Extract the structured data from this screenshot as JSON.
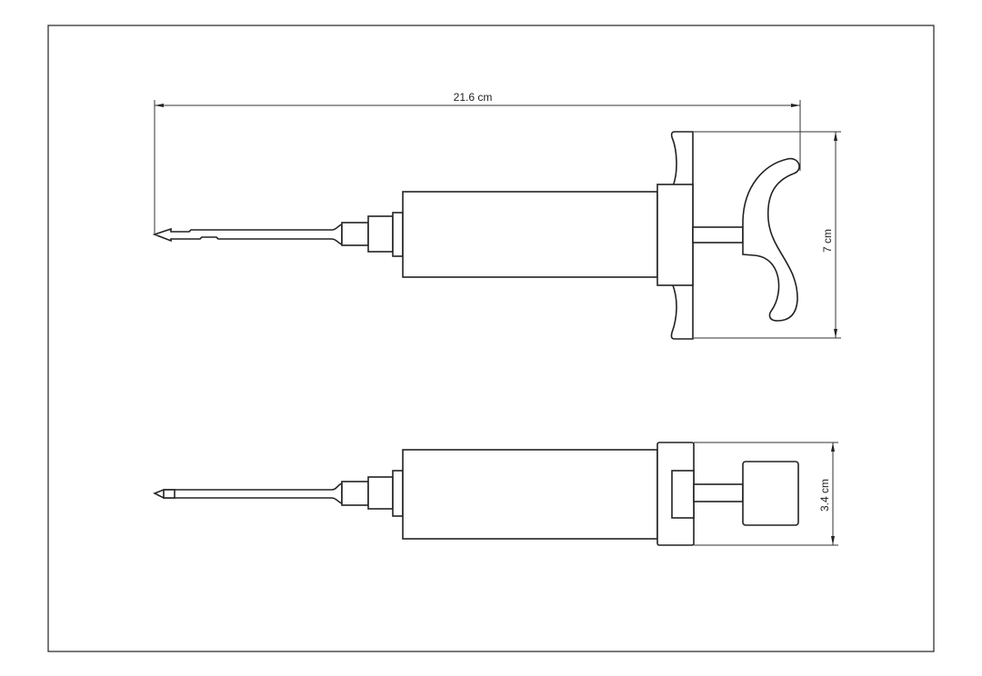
{
  "drawing": {
    "views": [
      "top-view",
      "side-view"
    ],
    "dimensions": {
      "length": "21.6 cm",
      "handle_height": "7 cm",
      "body_width": "3.4 cm"
    }
  }
}
